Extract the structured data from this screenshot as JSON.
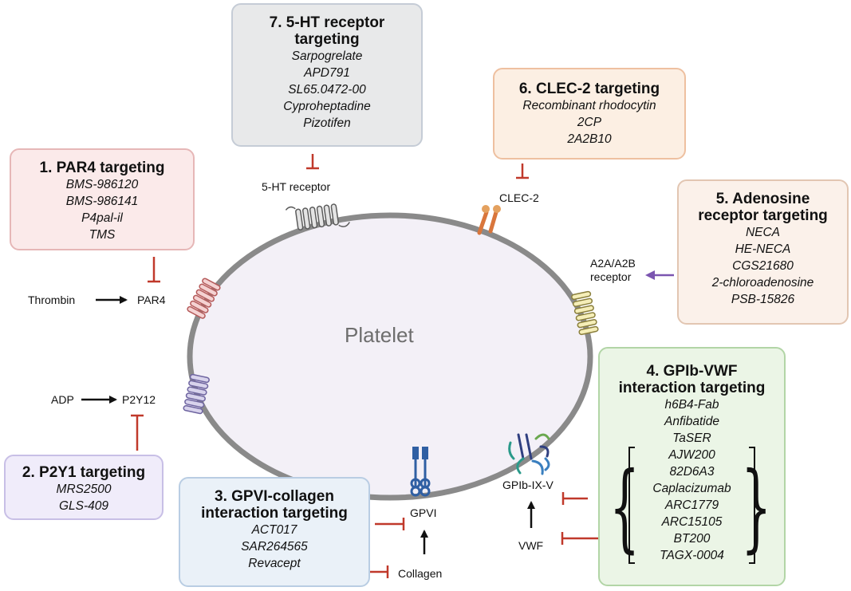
{
  "platelet_label": "Platelet",
  "boxes": {
    "par4": {
      "title": "1.  PAR4 targeting",
      "drugs": [
        "BMS-986120",
        "BMS-986141",
        "P4pal-il",
        "TMS"
      ]
    },
    "p2y1": {
      "title": "2. P2Y1 targeting",
      "drugs": [
        "MRS2500",
        "GLS-409"
      ]
    },
    "gpvi": {
      "title_lines": [
        "3. GPVI-collagen",
        "interaction targeting"
      ],
      "drugs": [
        "ACT017",
        "SAR264565",
        "Revacept"
      ]
    },
    "gpib": {
      "title_lines": [
        "4. GPIb-VWF",
        "interaction targeting"
      ],
      "drugs": [
        "h6B4-Fab",
        "Anfibatide",
        "TaSER"
      ],
      "bracket_drugs": [
        "AJW200",
        "82D6A3",
        "Caplacizumab",
        "ARC1779",
        "ARC15105",
        "BT200",
        "TAGX-0004"
      ]
    },
    "adenosine": {
      "title_lines": [
        "5. Adenosine",
        "receptor targeting"
      ],
      "drugs": [
        "NECA",
        "HE-NECA",
        "CGS21680",
        "2-chloroadenosine",
        "PSB-15826"
      ]
    },
    "clec2": {
      "title": "6. CLEC-2 targeting",
      "drugs": [
        "Recombinant rhodocytin",
        "2CP",
        "2A2B10"
      ]
    },
    "ht": {
      "title_lines": [
        "7. 5-HT receptor",
        "targeting"
      ],
      "drugs": [
        "Sarpogrelate",
        "APD791",
        "SL65.0472-00",
        "Cyproheptadine",
        "Pizotifen"
      ]
    }
  },
  "labels": {
    "thrombin": "Thrombin",
    "par4": "PAR4",
    "adp": "ADP",
    "p2y12": "P2Y12",
    "ht_receptor": "5-HT receptor",
    "clec2": "CLEC-2",
    "a2a_line1": "A2A/A2B",
    "a2a_line2": "receptor",
    "gpvi": "GPVI",
    "collagen": "Collagen",
    "gpib": "GPIb-IX-V",
    "vwf": "VWF"
  },
  "colors": {
    "inhibit": "#c0392b",
    "activate": "#111111",
    "adenosine_arrow": "#7b55b0",
    "membrane": "#8a8a8a",
    "platelet_fill": "#f3f0f7",
    "par4_box_bg": "#fbeaea",
    "par4_box_border": "#e6b7b7",
    "p2y1_box_bg": "#f0ecfa",
    "p2y1_box_border": "#c8bfe6",
    "gpvi_box_bg": "#eaf1f8",
    "gpvi_box_border": "#b9cde3",
    "gpib_box_bg": "#ebf5e6",
    "gpib_box_border": "#b2d5a6",
    "adenosine_box_bg": "#fbf1ea",
    "adenosine_box_border": "#e2c6b2",
    "clec2_box_bg": "#fcefe3",
    "clec2_box_border": "#eec0a0",
    "ht_box_bg": "#e8e9ea",
    "ht_box_border": "#c5ccd6"
  }
}
